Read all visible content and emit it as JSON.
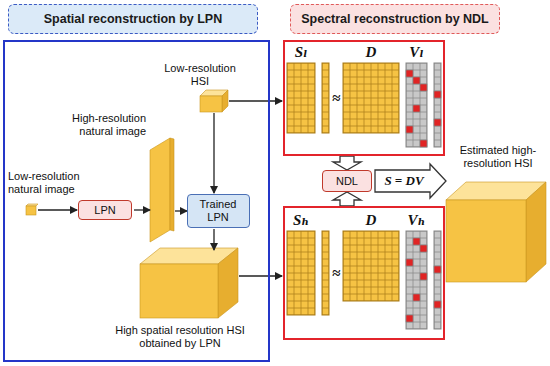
{
  "diagram": {
    "nodes": [
      {
        "text": [
          "Spatial reconstruction by LPN"
        ]
      },
      {
        "text": [
          "Spectral reconstruction by NDL"
        ]
      },
      {
        "text": [
          "Low-resolution HSI",
          "High-resolution natural image",
          "Low-resolution natural image",
          "High spatial resolution HSI obtained by LPN"
        ]
      },
      {
        "text": [
          "LPN"
        ],
        "in": 2
      },
      {
        "text": [
          "Trained LPN"
        ],
        "in": 2
      },
      {
        "text": [
          "Sₗ",
          "≈",
          "D",
          "Vₗ"
        ]
      },
      {
        "text": [
          "NDL"
        ]
      },
      {
        "text": [
          "Sₕ",
          "≈",
          "D",
          "Vₕ"
        ]
      }
    ],
    "edges": [
      {
        "from": 5,
        "to": 6,
        "arrow": "to"
      },
      {
        "from": 7,
        "to": 6,
        "arrow": "to"
      }
    ],
    "labels": [
      "S = DV",
      "Estimated high-resolution HSI"
    ]
  }
}
